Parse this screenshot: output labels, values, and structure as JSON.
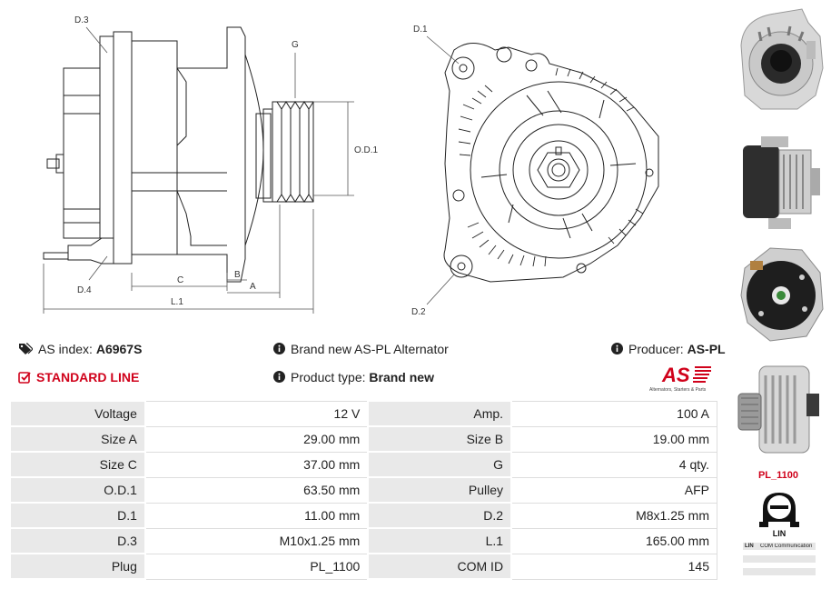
{
  "diagram": {
    "labels": {
      "d3": "D.3",
      "g": "G",
      "od1": "O.D.1",
      "d4": "D.4",
      "c": "C",
      "b": "B",
      "a": "A",
      "l1": "L.1",
      "d1": "D.1",
      "d2": "D.2"
    }
  },
  "info": {
    "as_index_label": "AS index:",
    "as_index_value": "A6967S",
    "standard_line": "STANDARD LINE",
    "brand_new_text": "Brand new AS-PL Alternator",
    "product_type_label": "Product type:",
    "product_type_value": "Brand new",
    "producer_label": "Producer:",
    "producer_value": "AS-PL",
    "logo_text": "AS",
    "logo_tagline": "Alternators, Starters & Parts"
  },
  "specs": [
    {
      "k1": "Voltage",
      "v1": "12 V",
      "k2": "Amp.",
      "v2": "100 A"
    },
    {
      "k1": "Size A",
      "v1": "29.00 mm",
      "k2": "Size B",
      "v2": "19.00 mm"
    },
    {
      "k1": "Size C",
      "v1": "37.00 mm",
      "k2": "G",
      "v2": "4 qty."
    },
    {
      "k1": "O.D.1",
      "v1": "63.50 mm",
      "k2": "Pulley",
      "v2": "AFP"
    },
    {
      "k1": "D.1",
      "v1": "11.00 mm",
      "k2": "D.2",
      "v2": "M8x1.25 mm"
    },
    {
      "k1": "D.3",
      "v1": "M10x1.25 mm",
      "k2": "L.1",
      "v2": "165.00 mm"
    },
    {
      "k1": "Plug",
      "v1": "PL_1100",
      "k2": "COM ID",
      "v2": "145"
    }
  ],
  "sidebar": {
    "plug_code": "PL_1100",
    "plug_type": "LIN",
    "lin_rows": [
      {
        "code": "LIN",
        "desc": "COM Communication"
      },
      {
        "code": "",
        "desc": ""
      },
      {
        "code": "",
        "desc": ""
      }
    ]
  },
  "colors": {
    "accent_red": "#d0021b",
    "table_key_bg": "#e9e9e9"
  }
}
